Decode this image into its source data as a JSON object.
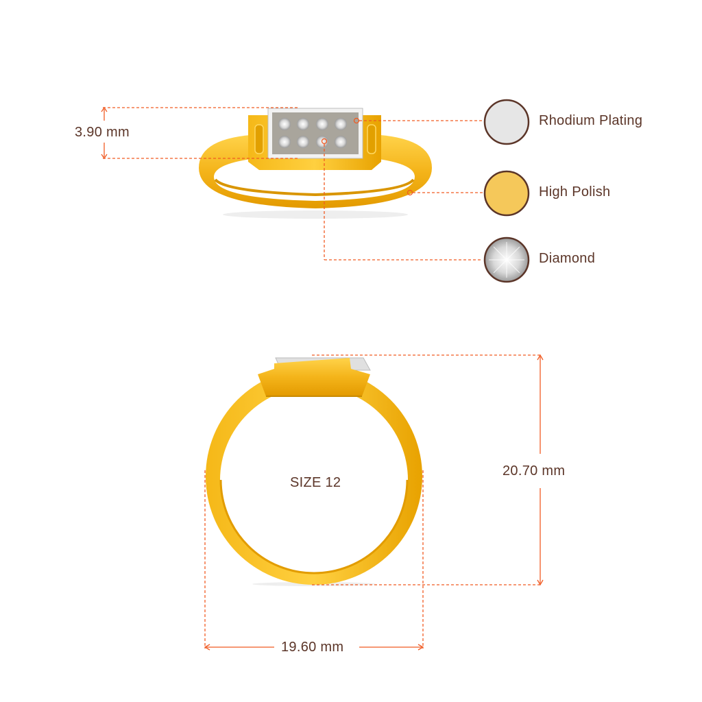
{
  "dimensions": {
    "height_top": "3.90 mm",
    "ring_height": "20.70 mm",
    "ring_width": "19.60 mm",
    "size": "SIZE 12"
  },
  "materials": [
    {
      "label": "Rhodium Plating",
      "color": "#e6e6e6"
    },
    {
      "label": "High Polish",
      "color": "#f5c85a"
    },
    {
      "label": "Diamond",
      "color": "#cfcfcf"
    }
  ],
  "colors": {
    "accent": "#f05a22",
    "text": "#5b3528",
    "gold": "#f2b51c",
    "outline": "#5b3528"
  }
}
